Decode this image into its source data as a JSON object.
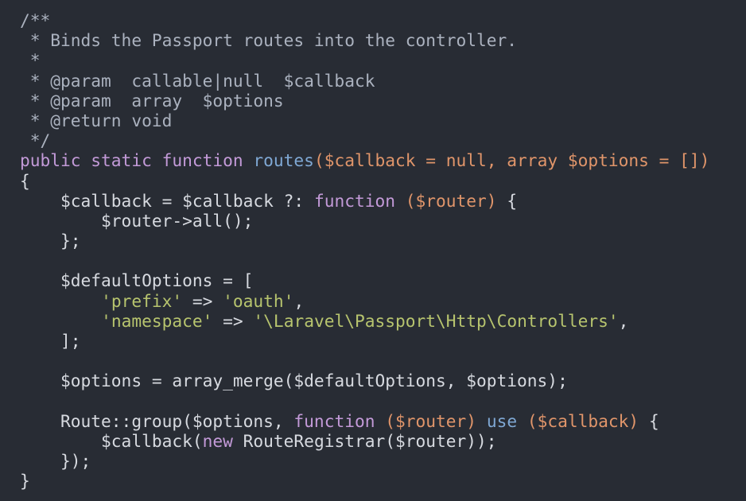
{
  "colors": {
    "background": "#282c34",
    "plain": "#d7dae0",
    "comment": "#abb2bf",
    "keyword": "#c39ad8",
    "function_name": "#7fa8d4",
    "parameter": "#e0956a",
    "string": "#b7c46e"
  },
  "code": {
    "lines": [
      [
        {
          "t": "/**",
          "c": "comment"
        }
      ],
      [
        {
          "t": " * Binds the Passport routes into the controller.",
          "c": "comment"
        }
      ],
      [
        {
          "t": " *",
          "c": "comment"
        }
      ],
      [
        {
          "t": " * @param  callable|null  $callback",
          "c": "comment"
        }
      ],
      [
        {
          "t": " * @param  array  $options",
          "c": "comment"
        }
      ],
      [
        {
          "t": " * @return void",
          "c": "comment"
        }
      ],
      [
        {
          "t": " */",
          "c": "comment"
        }
      ],
      [
        {
          "t": "public static function ",
          "c": "keyword"
        },
        {
          "t": "routes",
          "c": "function_name"
        },
        {
          "t": "($callback = null, array $options = [])",
          "c": "parameter"
        }
      ],
      [
        {
          "t": "{",
          "c": "plain"
        }
      ],
      [
        {
          "t": "    $callback = $callback ?: ",
          "c": "plain"
        },
        {
          "t": "function ",
          "c": "keyword"
        },
        {
          "t": "($router)",
          "c": "parameter"
        },
        {
          "t": " {",
          "c": "plain"
        }
      ],
      [
        {
          "t": "        $router->all();",
          "c": "plain"
        }
      ],
      [
        {
          "t": "    };",
          "c": "plain"
        }
      ],
      [
        {
          "t": "",
          "c": "plain"
        }
      ],
      [
        {
          "t": "    $defaultOptions = [",
          "c": "plain"
        }
      ],
      [
        {
          "t": "        ",
          "c": "plain"
        },
        {
          "t": "'prefix'",
          "c": "string"
        },
        {
          "t": " => ",
          "c": "plain"
        },
        {
          "t": "'oauth'",
          "c": "string"
        },
        {
          "t": ",",
          "c": "plain"
        }
      ],
      [
        {
          "t": "        ",
          "c": "plain"
        },
        {
          "t": "'namespace'",
          "c": "string"
        },
        {
          "t": " => ",
          "c": "plain"
        },
        {
          "t": "'\\Laravel\\Passport\\Http\\Controllers'",
          "c": "string"
        },
        {
          "t": ",",
          "c": "plain"
        }
      ],
      [
        {
          "t": "    ];",
          "c": "plain"
        }
      ],
      [
        {
          "t": "",
          "c": "plain"
        }
      ],
      [
        {
          "t": "    $options = array_merge($defaultOptions, $options);",
          "c": "plain"
        }
      ],
      [
        {
          "t": "",
          "c": "plain"
        }
      ],
      [
        {
          "t": "    Route::group($options, ",
          "c": "plain"
        },
        {
          "t": "function ",
          "c": "keyword"
        },
        {
          "t": "($router)",
          "c": "parameter"
        },
        {
          "t": " ",
          "c": "plain"
        },
        {
          "t": "use",
          "c": "function_name"
        },
        {
          "t": " ",
          "c": "plain"
        },
        {
          "t": "($callback)",
          "c": "parameter"
        },
        {
          "t": " {",
          "c": "plain"
        }
      ],
      [
        {
          "t": "        $callback(",
          "c": "plain"
        },
        {
          "t": "new",
          "c": "keyword"
        },
        {
          "t": " RouteRegistrar($router));",
          "c": "plain"
        }
      ],
      [
        {
          "t": "    });",
          "c": "plain"
        }
      ],
      [
        {
          "t": "}",
          "c": "plain"
        }
      ]
    ]
  }
}
